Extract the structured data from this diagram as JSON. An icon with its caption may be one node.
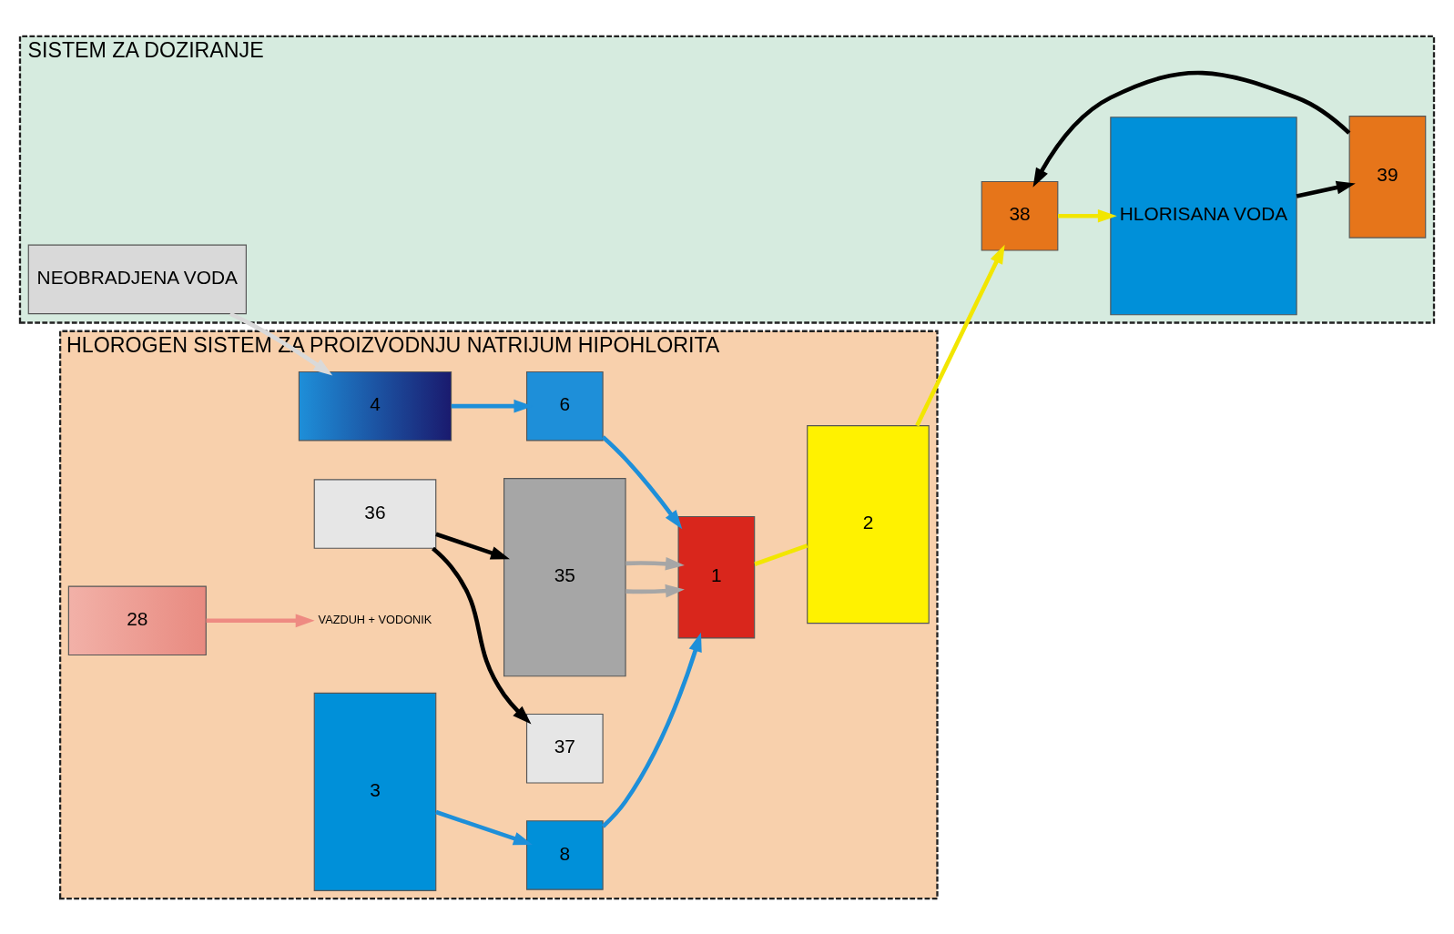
{
  "diagram": {
    "nodes": [
      {
        "text": [
          "HLOROGEN SISTEM ZA PROIZVODNJU NATRIJUM HIPOHLORITA"
        ]
      },
      {
        "text": [
          "SISTEM ZA DOZIRANJE"
        ]
      },
      {
        "text": [
          "NEOBRADJENA VODA"
        ],
        "in": 1
      },
      {
        "text": [
          "6"
        ],
        "in": 0
      },
      {
        "text": [
          "4"
        ],
        "in": 0
      },
      {
        "text": [
          "37"
        ],
        "in": 0
      },
      {
        "text": [
          "36"
        ],
        "in": 0
      },
      {
        "text": [
          "8"
        ],
        "in": 0
      },
      {
        "text": [
          "28"
        ],
        "in": 0
      },
      {
        "text": [
          "VAZDUH + VODONIK"
        ],
        "in": 0
      },
      {
        "text": [
          "38"
        ],
        "in": 1
      },
      {
        "text": [
          "1"
        ],
        "in": 0
      },
      {
        "text": [
          "35"
        ],
        "in": 0
      },
      {
        "text": [
          "2"
        ],
        "in": 0
      },
      {
        "text": [
          "3"
        ],
        "in": 0
      },
      {
        "text": [
          "39"
        ],
        "in": 1
      },
      {
        "text": [
          "HLORISANA VODA"
        ],
        "in": 1
      }
    ],
    "edges": [
      {
        "from": 2,
        "to": 4,
        "arrow": "to",
        "color": "#d9d9d9"
      },
      {
        "from": 4,
        "to": 3,
        "arrow": "to",
        "color": "#1e8fd9"
      },
      {
        "from": 3,
        "to": 11,
        "arrow": "to",
        "color": "#1e8fd9"
      },
      {
        "from": 7,
        "to": 11,
        "arrow": "to",
        "color": "#1e8fd9"
      },
      {
        "from": 14,
        "to": 7,
        "arrow": "to",
        "color": "#1e8fd9"
      },
      {
        "from": 6,
        "to": 5,
        "arrow": "to",
        "color": "#000000"
      },
      {
        "from": 6,
        "to": 12,
        "arrow": "to",
        "color": "#000000"
      },
      {
        "from": 12,
        "to": 11,
        "arrow": "to",
        "color": "#a6a6a6"
      },
      {
        "from": 12,
        "to": 11,
        "arrow": "to",
        "color": "#a6a6a6"
      },
      {
        "from": 11,
        "to": 13,
        "arrow": "none",
        "color": "#f2e600"
      },
      {
        "from": 8,
        "to": 9,
        "arrow": "to",
        "color": "#ee8a82"
      },
      {
        "from": 13,
        "to": 10,
        "arrow": "to",
        "color": "#f2e600"
      },
      {
        "from": 10,
        "to": 16,
        "arrow": "to",
        "color": "#f2e600"
      },
      {
        "from": 16,
        "to": 15,
        "arrow": "to",
        "color": "#000000"
      },
      {
        "from": 15,
        "to": 10,
        "arrow": "to",
        "color": "#000000"
      }
    ]
  }
}
